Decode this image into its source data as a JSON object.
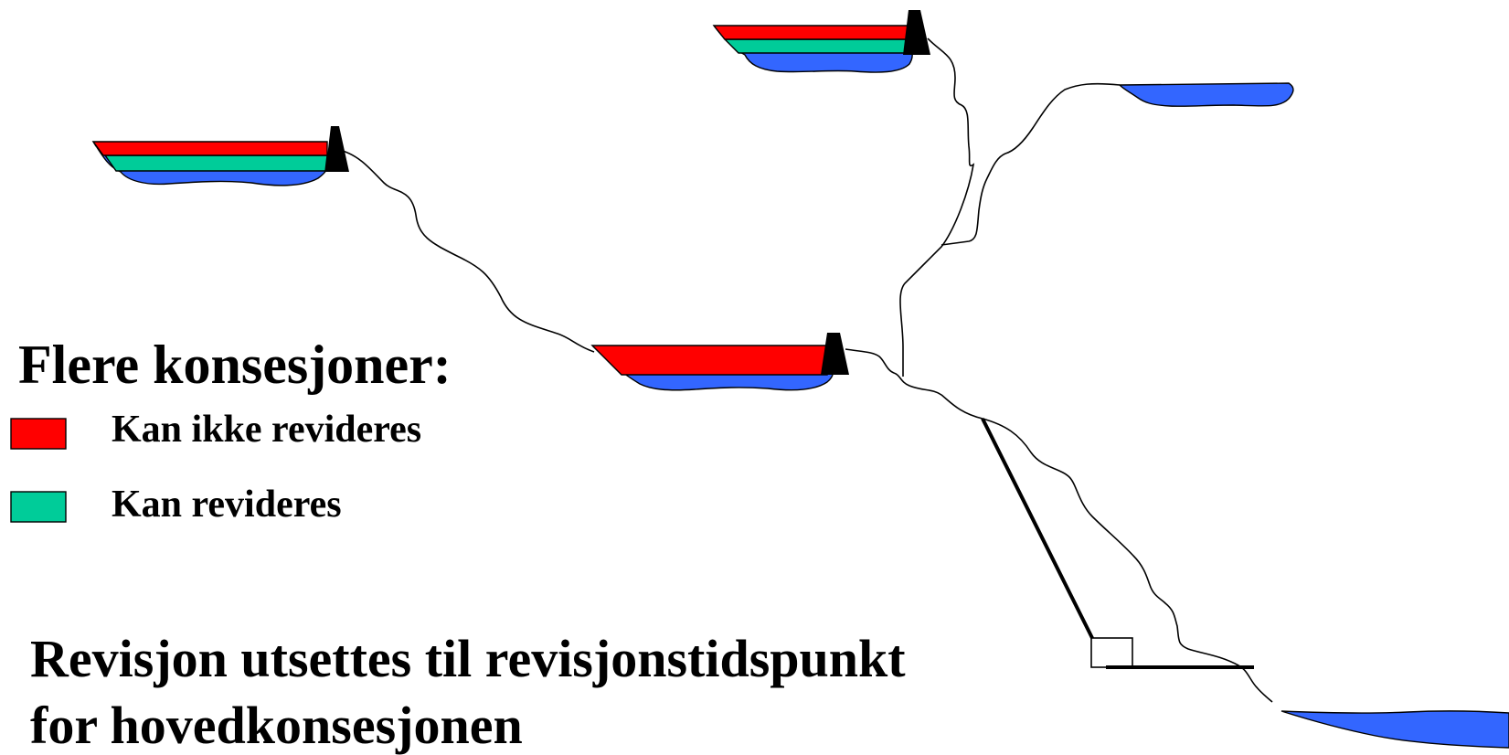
{
  "title": "Flere konsesjoner:",
  "legend": [
    {
      "label": "Kan ikke revideres",
      "color": "#ff0000"
    },
    {
      "label": "Kan revideres",
      "color": "#00cc99"
    }
  ],
  "note": {
    "line1": "Revisjon utsettes til revisjonstidspunkt",
    "line2": "for hovedkonsesjonen"
  },
  "colors": {
    "water": "#3366ff",
    "dam": "#000000",
    "river": "#000000"
  }
}
